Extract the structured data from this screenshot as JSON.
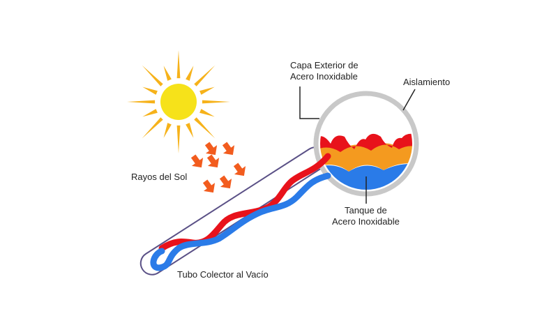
{
  "labels": {
    "capa_exterior": [
      "Capa Exterior de",
      "Acero Inoxidable"
    ],
    "aislamiento": "Aislamiento",
    "rayos_del_sol": "Rayos del Sol",
    "tanque": [
      "Tanque de",
      "Acero Inoxidable"
    ],
    "tubo_colector": "Tubo Colector al Vacío"
  },
  "colors": {
    "sun_core": "#f6e21a",
    "sun_rays": "#f6b21a",
    "arrow_fill": "#f25c1e",
    "hot_line": "#e8121b",
    "cold_line": "#2a7be8",
    "flame_orange": "#f49a1f",
    "tank_ring": "#c8c8c8",
    "tube_outline": "#5a5086",
    "leader_line": "#222222"
  }
}
